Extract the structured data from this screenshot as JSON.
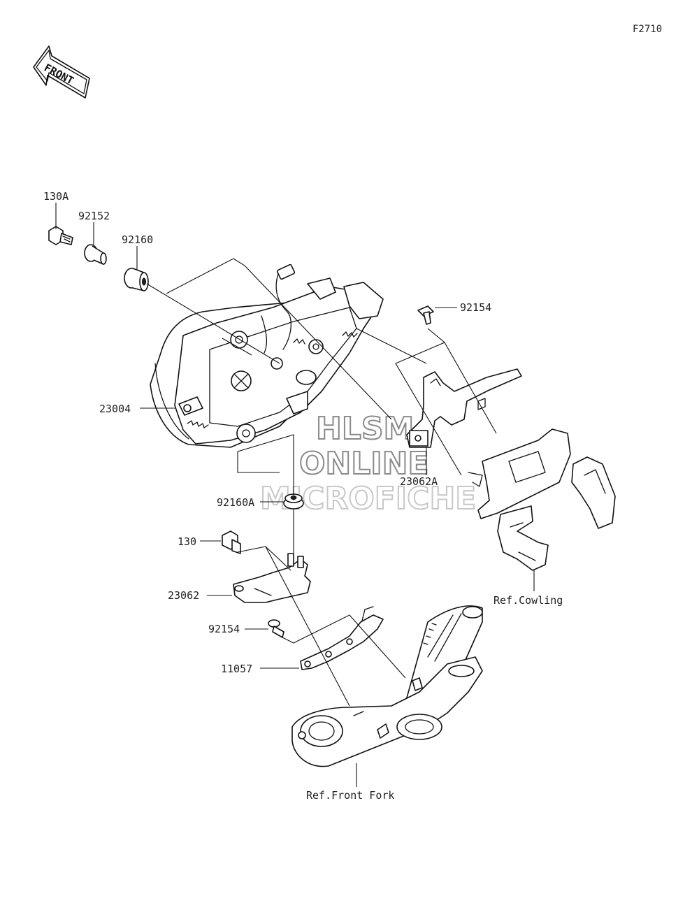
{
  "figure_code": "F2710",
  "front_arrow_text": "FRONT",
  "watermark": [
    "HLSM",
    "ONLINE",
    "MICROFICHE"
  ],
  "part_labels": {
    "p130a": "130A",
    "p92152": "92152",
    "p92160": "92160",
    "p23004": "23004",
    "p92154_top": "92154",
    "p23062a": "23062A",
    "p92160a": "92160A",
    "p130": "130",
    "p23062": "23062",
    "p92154_bottom": "92154",
    "p11057": "11057"
  },
  "references": {
    "cowling": "Ref.Cowling",
    "front_fork": "Ref.Front Fork"
  },
  "colors": {
    "line": "#111111",
    "background": "#ffffff",
    "watermark": "#9a9a9a"
  }
}
